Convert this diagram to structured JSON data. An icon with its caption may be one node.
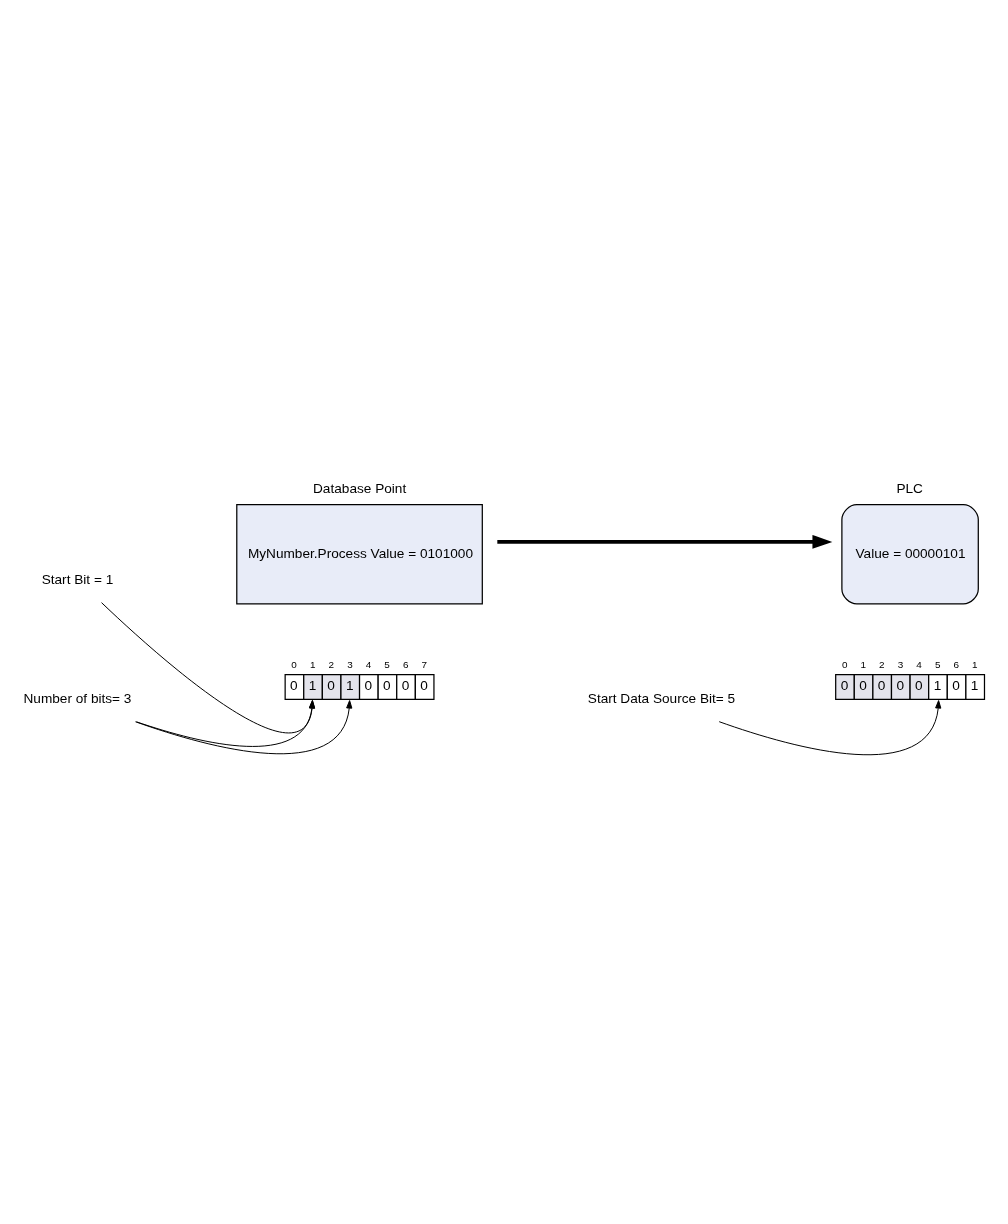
{
  "diagram": {
    "nodes": [
      {
        "text": [
          "Database Point",
          "MyNumber.Process Value = 0101000"
        ]
      },
      {
        "text": [
          "PLC",
          "Value = 00000101"
        ]
      },
      {
        "text": [
          "0",
          "1",
          "0",
          "1",
          "0",
          "0",
          "0",
          "0"
        ],
        "beside": [
          "0",
          "1",
          "2",
          "3",
          "4",
          "5",
          "6",
          "7"
        ]
      },
      {
        "text": [
          "0",
          "0",
          "0",
          "0",
          "0",
          "1",
          "0",
          "1"
        ],
        "beside": [
          "0",
          "1",
          "2",
          "3",
          "4",
          "5",
          "6",
          "1"
        ]
      },
      {
        "text": [
          "Start Bit = 1"
        ]
      },
      {
        "text": [
          "Number of bits= 3"
        ]
      },
      {
        "text": [
          "Start Data Source Bit= 5"
        ]
      }
    ],
    "edges": [
      {
        "from": 0,
        "to": 1,
        "arrow": "to",
        "style": "thick"
      },
      {
        "from": 4,
        "to": 2,
        "arrow": "to"
      },
      {
        "from": 5,
        "to": 2,
        "arrow": "to"
      },
      {
        "from": 5,
        "to": 2,
        "arrow": "to"
      },
      {
        "from": 6,
        "to": 3,
        "arrow": "to"
      }
    ]
  }
}
